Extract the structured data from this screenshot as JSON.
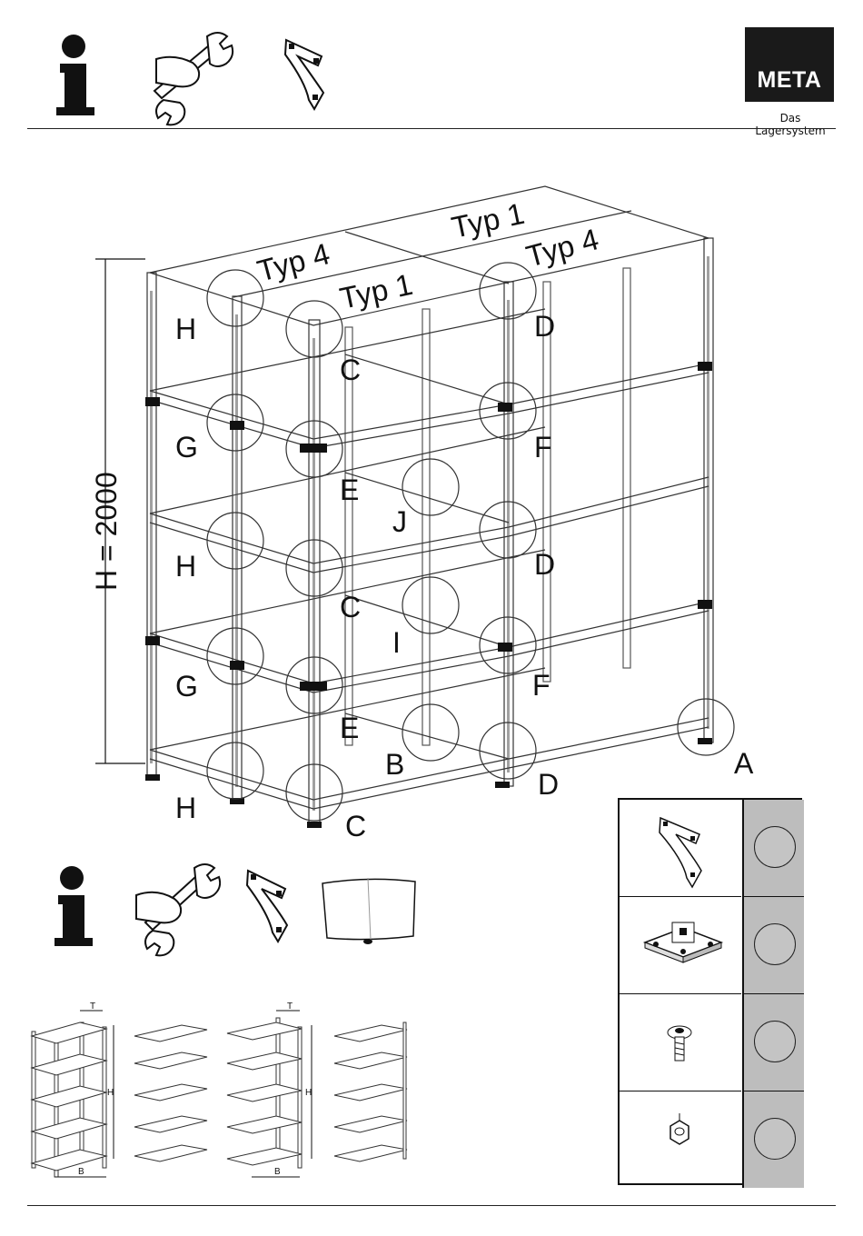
{
  "logo": {
    "brand": "META",
    "tagline": "Das Lagersystem"
  },
  "diagram": {
    "height_label": "H = 2000",
    "type_labels": [
      "Typ 1",
      "Typ 4",
      "Typ 1",
      "Typ 4"
    ],
    "connection_letters": [
      "H",
      "G",
      "H",
      "G",
      "H",
      "C",
      "E",
      "C",
      "E",
      "C",
      "D",
      "F",
      "D",
      "F",
      "D",
      "J",
      "I",
      "B",
      "A"
    ]
  },
  "shelf_icons": {
    "depth_label": "T",
    "height_label": "H",
    "width_label": "B"
  },
  "parts_table": {
    "rows": [
      "angle-bracket",
      "base-foot-plate",
      "bolt",
      "hex-nut"
    ]
  },
  "icons": [
    "info-icon",
    "wrench-icon",
    "angle-bracket-icon",
    "shelf-panel-icon"
  ]
}
